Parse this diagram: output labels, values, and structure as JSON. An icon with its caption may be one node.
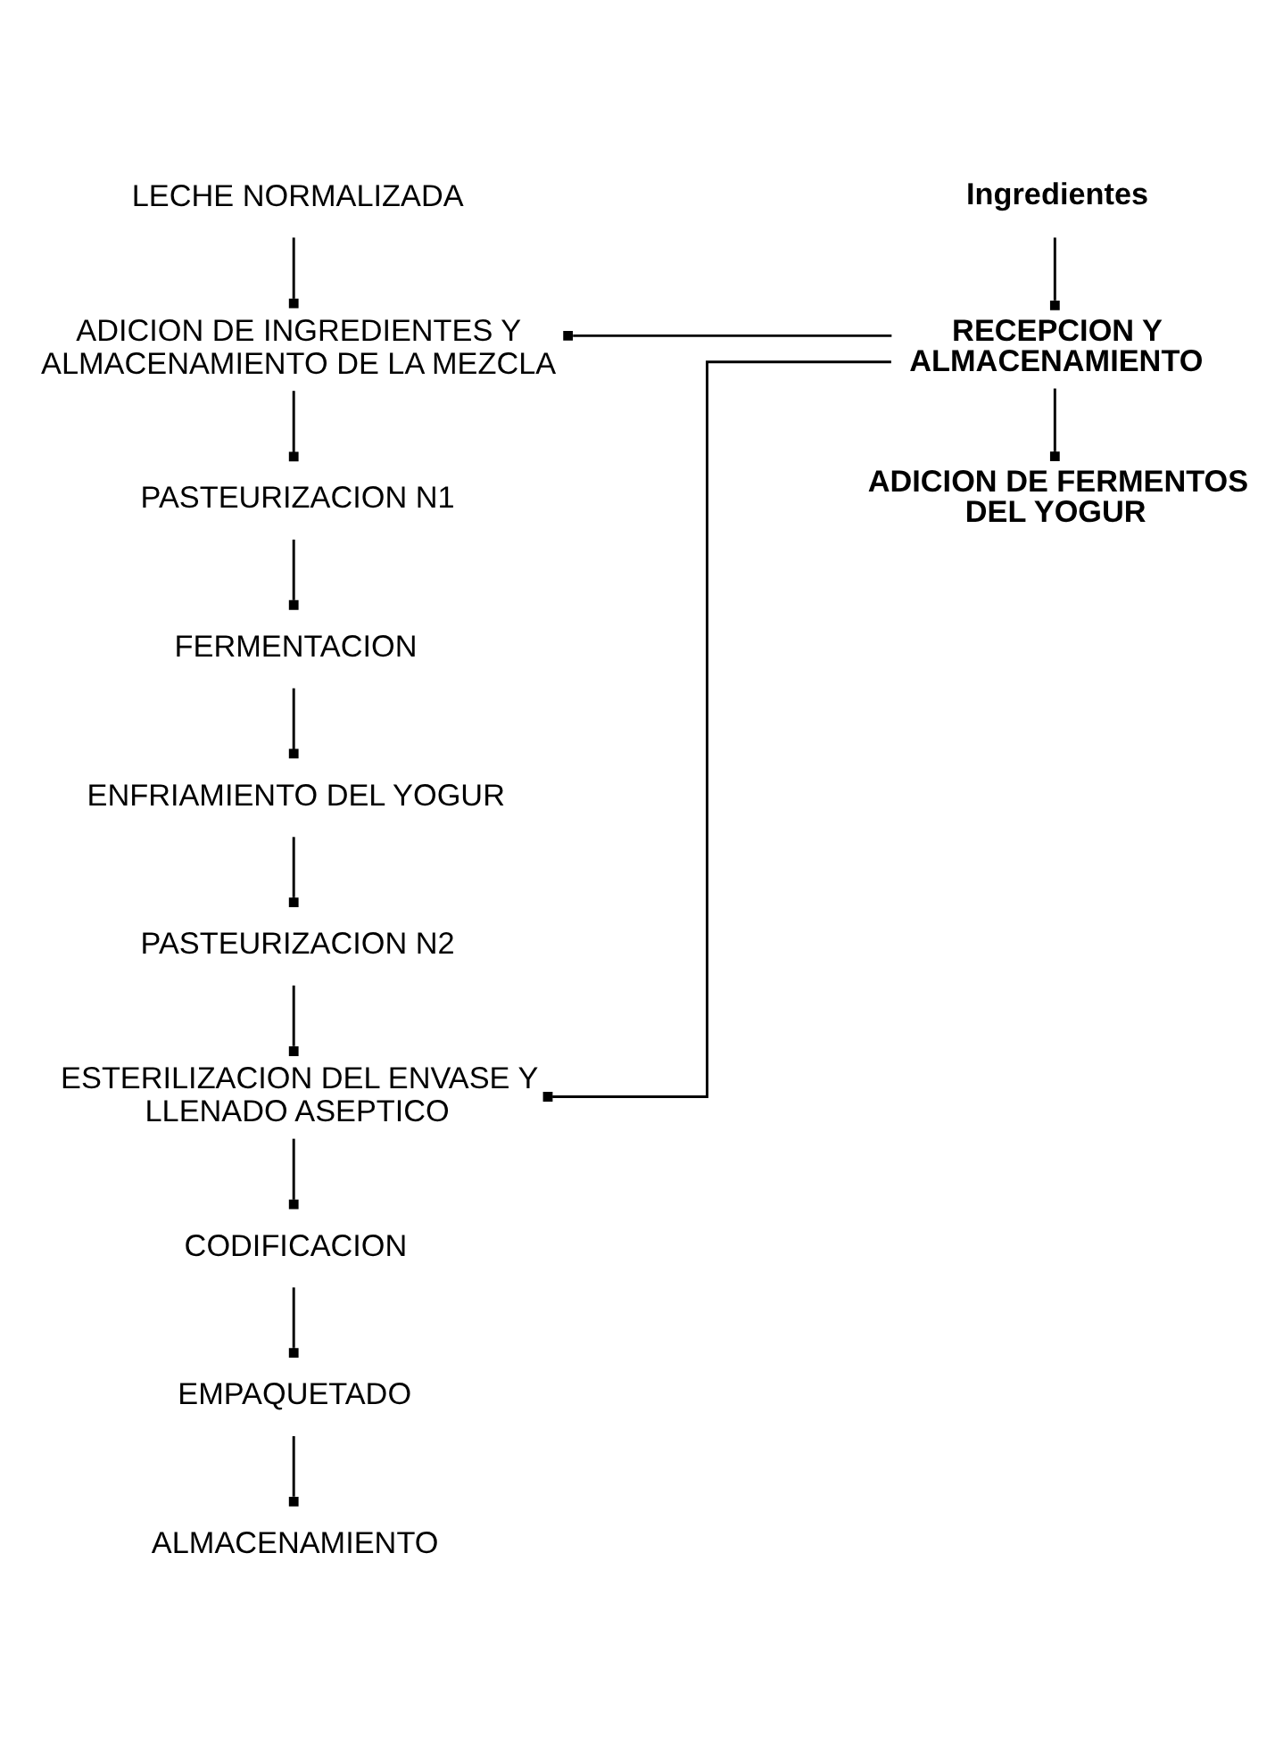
{
  "diagram": {
    "nodes": [
      {
        "text": [
          "LECHE NORMALIZADA"
        ]
      },
      {
        "text": [
          "ADICION DE INGREDIENTES Y ALMACENAMIENTO DE LA MEZCLA"
        ]
      },
      {
        "text": [
          "PASTEURIZACION N1"
        ]
      },
      {
        "text": [
          "FERMENTACION"
        ]
      },
      {
        "text": [
          "ENFRIAMIENTO DEL YOGUR"
        ]
      },
      {
        "text": [
          "PASTEURIZACION N2"
        ]
      },
      {
        "text": [
          "ESTERILIZACION DEL ENVASE Y LLENADO ASEPTICO"
        ]
      },
      {
        "text": [
          "CODIFICACION"
        ]
      },
      {
        "text": [
          "EMPAQUETADO"
        ]
      },
      {
        "text": [
          "ALMACENAMIENTO"
        ]
      },
      {
        "text": [
          "Ingredientes"
        ]
      },
      {
        "text": [
          "RECEPCION Y ALMACENAMIENTO"
        ]
      },
      {
        "text": [
          "ADICION DE FERMENTOS DEL YOGUR"
        ]
      }
    ],
    "edges": [
      {
        "from": 0,
        "to": 1,
        "arrow": "other"
      },
      {
        "from": 1,
        "to": 2,
        "arrow": "other"
      },
      {
        "from": 2,
        "to": 3,
        "arrow": "other"
      },
      {
        "from": 3,
        "to": 4,
        "arrow": "other"
      },
      {
        "from": 4,
        "to": 5,
        "arrow": "other"
      },
      {
        "from": 5,
        "to": 6,
        "arrow": "other"
      },
      {
        "from": 6,
        "to": 7,
        "arrow": "other"
      },
      {
        "from": 7,
        "to": 8,
        "arrow": "other"
      },
      {
        "from": 8,
        "to": 9,
        "arrow": "other"
      },
      {
        "from": 10,
        "to": 11,
        "arrow": "other"
      },
      {
        "from": 11,
        "to": 1,
        "arrow": "other"
      },
      {
        "from": 11,
        "to": 6,
        "arrow": "other"
      },
      {
        "from": 11,
        "to": 12,
        "arrow": "other"
      }
    ]
  }
}
